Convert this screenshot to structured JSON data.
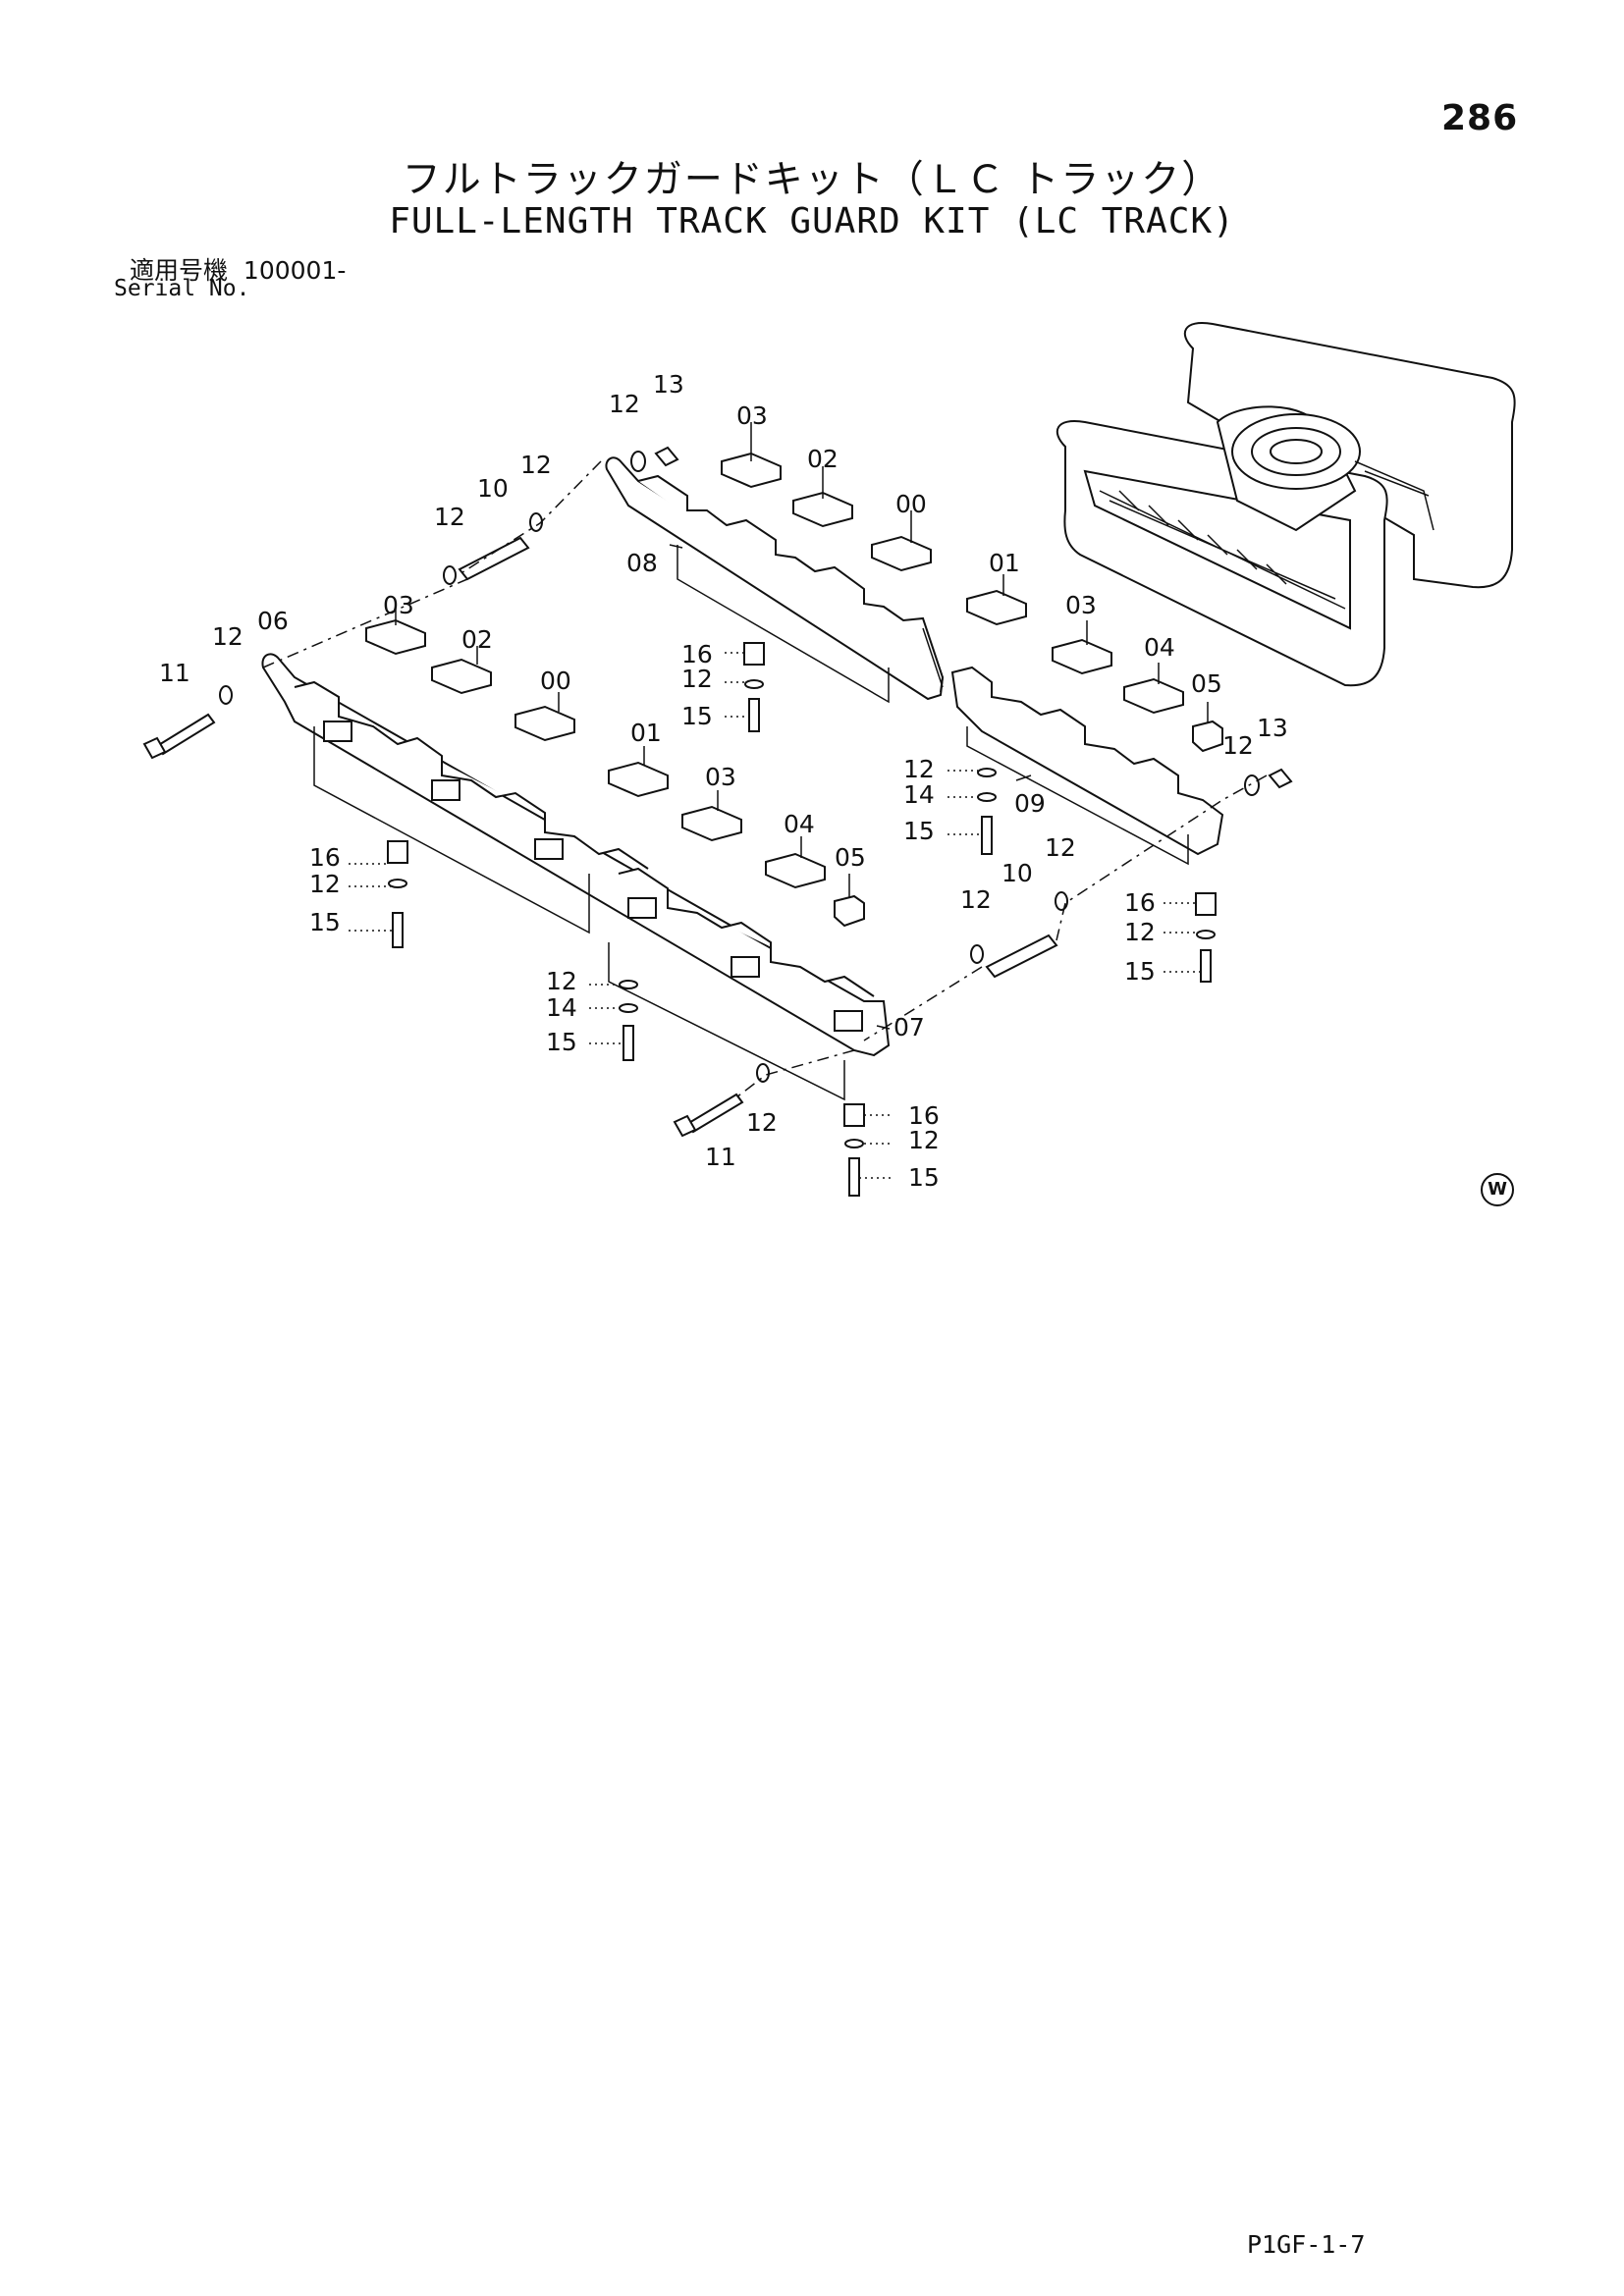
{
  "page_number": "286",
  "title_jp": "フルトラックガードキット（ＬＣ トラック）",
  "title_en": "FULL-LENGTH TRACK GUARD KIT (LC TRACK)",
  "serial": {
    "label_jp": "適用号機",
    "value": "100001-",
    "label_en": "Serial No."
  },
  "callouts": {
    "c00a": "00",
    "c00b": "00",
    "c01a": "01",
    "c01b": "01",
    "c02a": "02",
    "c02b": "02",
    "c03a": "03",
    "c03b": "03",
    "c03c": "03",
    "c03d": "03",
    "c04a": "04",
    "c04b": "04",
    "c05a": "05",
    "c05b": "05",
    "c06": "06",
    "c07": "07",
    "c08": "08",
    "c09": "09",
    "c10a": "10",
    "c10b": "10",
    "c11a": "11",
    "c11b": "11",
    "c12a": "12",
    "c12b": "12",
    "c12c": "12",
    "c12d": "12",
    "c12e": "12",
    "c12f": "12",
    "c12g": "12",
    "c12h": "12",
    "c12i": "12",
    "c12j": "12",
    "c12k": "12",
    "c12l": "12",
    "c12m": "12",
    "c12n": "12",
    "c13a": "13",
    "c13b": "13",
    "c14a": "14",
    "c14b": "14",
    "c15a": "15",
    "c15b": "15",
    "c15c": "15",
    "c15d": "15",
    "c15e": "15",
    "c15f": "15",
    "c16a": "16",
    "c16b": "16",
    "c16c": "16",
    "c16d": "16"
  },
  "watermark": "W",
  "footer_code": "P1GF-1-7"
}
